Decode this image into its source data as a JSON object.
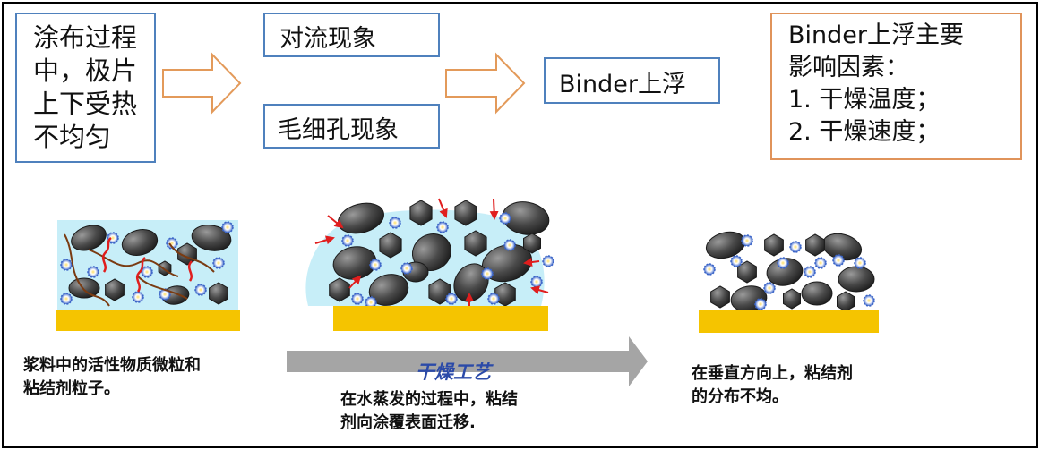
{
  "cause_box": {
    "lines": [
      "涂布过程",
      "中，极片",
      "上下受热",
      "不均匀"
    ]
  },
  "convection": "对流现象",
  "capillary": "毛细孔现象",
  "result": "Binder上浮",
  "factors_box": {
    "lines": [
      "Binder上浮主要",
      "影响因素：",
      "1.  干燥温度；",
      "2.  干燥速度；"
    ]
  },
  "captions": {
    "slurry": [
      "浆料中的活性物质微粒和",
      "粘结剂粒子。"
    ],
    "process_label": "干燥工艺",
    "migration": [
      "在水蒸发的过程中，粘结",
      "剂向涂覆表面迁移."
    ],
    "result": [
      "在垂直方向上，粘结剂",
      "的分布不均。"
    ]
  },
  "colors": {
    "box_border_blue": "#4f81bd",
    "box_border_orange": "#e0935a",
    "arrow_stroke": "#e39a5a",
    "substrate": "#f5c400",
    "liquid": "#c7eef8",
    "particle": "#4a4a4a",
    "binder": "#3a64c8",
    "migration_arrow": "#e01e1e",
    "process_arrow": "#9e9e9e",
    "process_label": "#2b4aa8"
  }
}
